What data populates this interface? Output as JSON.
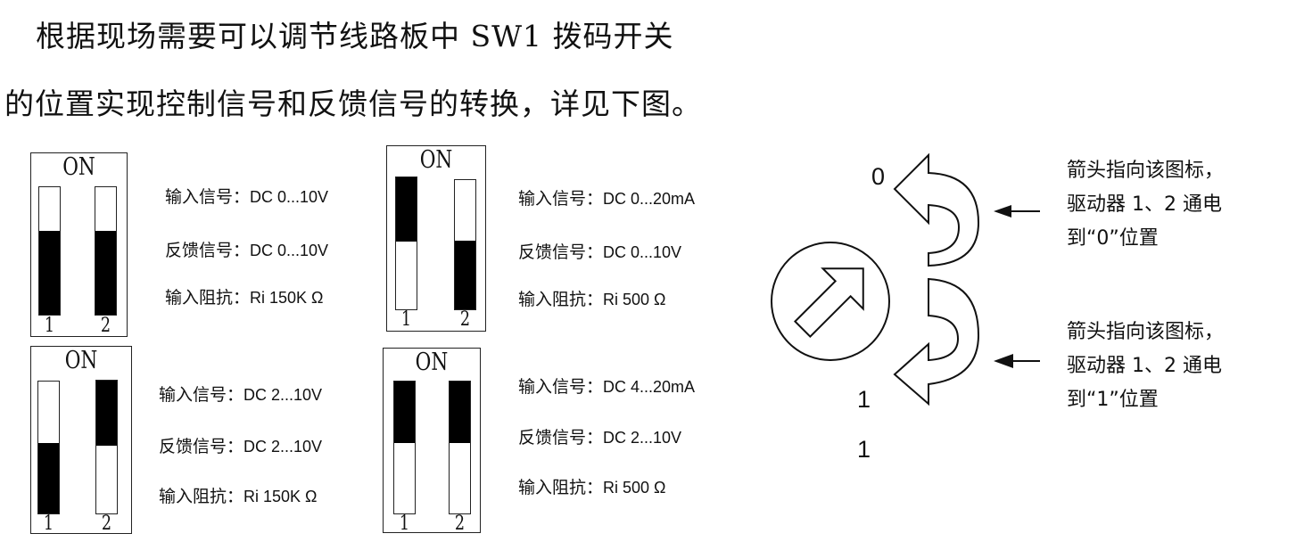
{
  "intro": {
    "line1": "根据现场需要可以调节线路板中 SW1 拨码开关",
    "line2": "的位置实现控制信号和反馈信号的转换，详见下图。"
  },
  "switch_configs": [
    {
      "on_label": "ON",
      "pos1_label": "1",
      "pos2_label": "2",
      "slot1_fill": "bottom",
      "slot2_fill": "bottom",
      "input_label": "输入信号：",
      "input_value": "DC 0...10V",
      "feedback_label": "反馈信号：",
      "feedback_value": "DC 0...10V",
      "impedance_label": "输入阻抗：",
      "impedance_value": "Ri 150K Ω"
    },
    {
      "on_label": "ON",
      "pos1_label": "1",
      "pos2_label": "2",
      "slot1_fill": "top",
      "slot2_fill": "bottom",
      "input_label": "输入信号：",
      "input_value": "DC 0...20mA",
      "feedback_label": "反馈信号：",
      "feedback_value": "DC 0...10V",
      "impedance_label": "输入阻抗：",
      "impedance_value": "Ri 500 Ω"
    },
    {
      "on_label": "ON",
      "pos1_label": "1",
      "pos2_label": "2",
      "slot1_fill": "bottom",
      "slot2_fill": "top",
      "input_label": "输入信号：",
      "input_value": "DC 2...10V",
      "feedback_label": "反馈信号：",
      "feedback_value": "DC 2...10V",
      "impedance_label": "输入阻抗：",
      "impedance_value": "Ri 150K Ω"
    },
    {
      "on_label": "ON",
      "pos1_label": "1",
      "pos2_label": "2",
      "slot1_fill": "top",
      "slot2_fill": "top",
      "input_label": "输入信号：",
      "input_value": "DC 4...20mA",
      "feedback_label": "反馈信号：",
      "feedback_value": "DC 2...10V",
      "impedance_label": "输入阻抗：",
      "impedance_value": "Ri 500 Ω"
    }
  ],
  "rotation_diagram": {
    "label_top": "0",
    "label_bottom_a": "1",
    "label_bottom_b": "1",
    "note_top": [
      "箭头指向该图标，",
      "驱动器 1、2 通电",
      "到“0”位置"
    ],
    "note_bottom": [
      "箭头指向该图标，",
      "驱动器 1、2 通电",
      "到“1”位置"
    ]
  }
}
